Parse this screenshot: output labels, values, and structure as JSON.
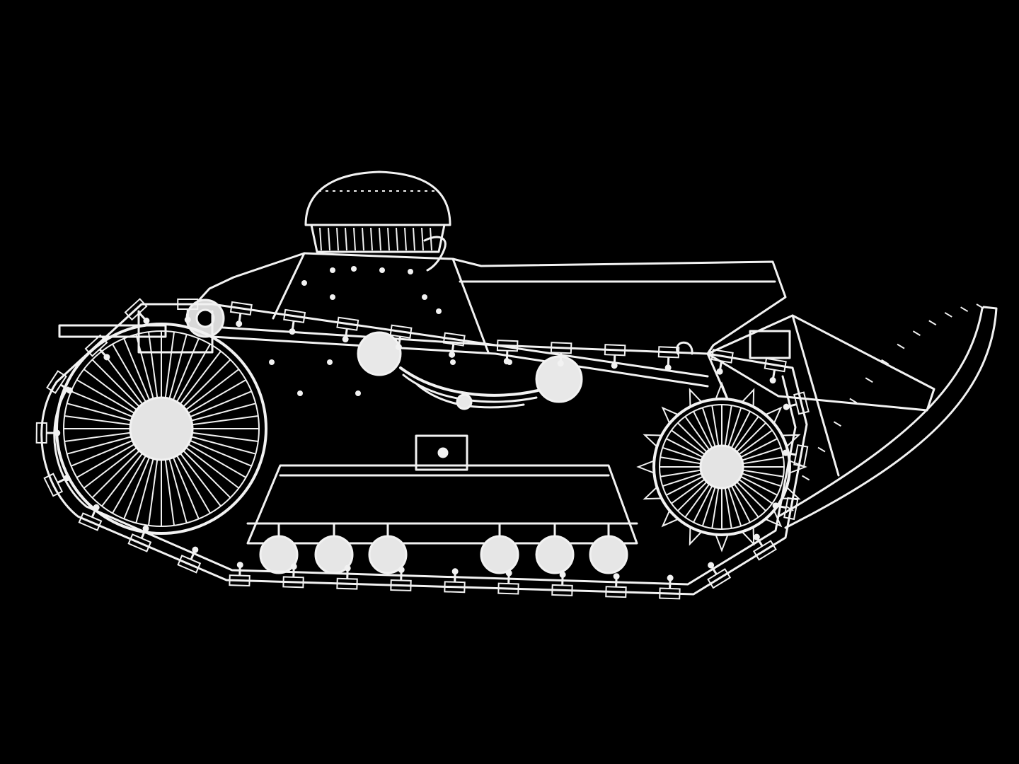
{
  "drawing": {
    "subject": "tank-wireframe-side-view",
    "colors": {
      "background": "#000000",
      "line": "#f2f2f2",
      "fill": "#e6e6e6"
    },
    "components": {
      "drive_wheel_spokes": 48,
      "idler_wheel_spokes": 40,
      "road_wheels": 6,
      "track_links": 34,
      "hull_rivets": 14
    }
  }
}
